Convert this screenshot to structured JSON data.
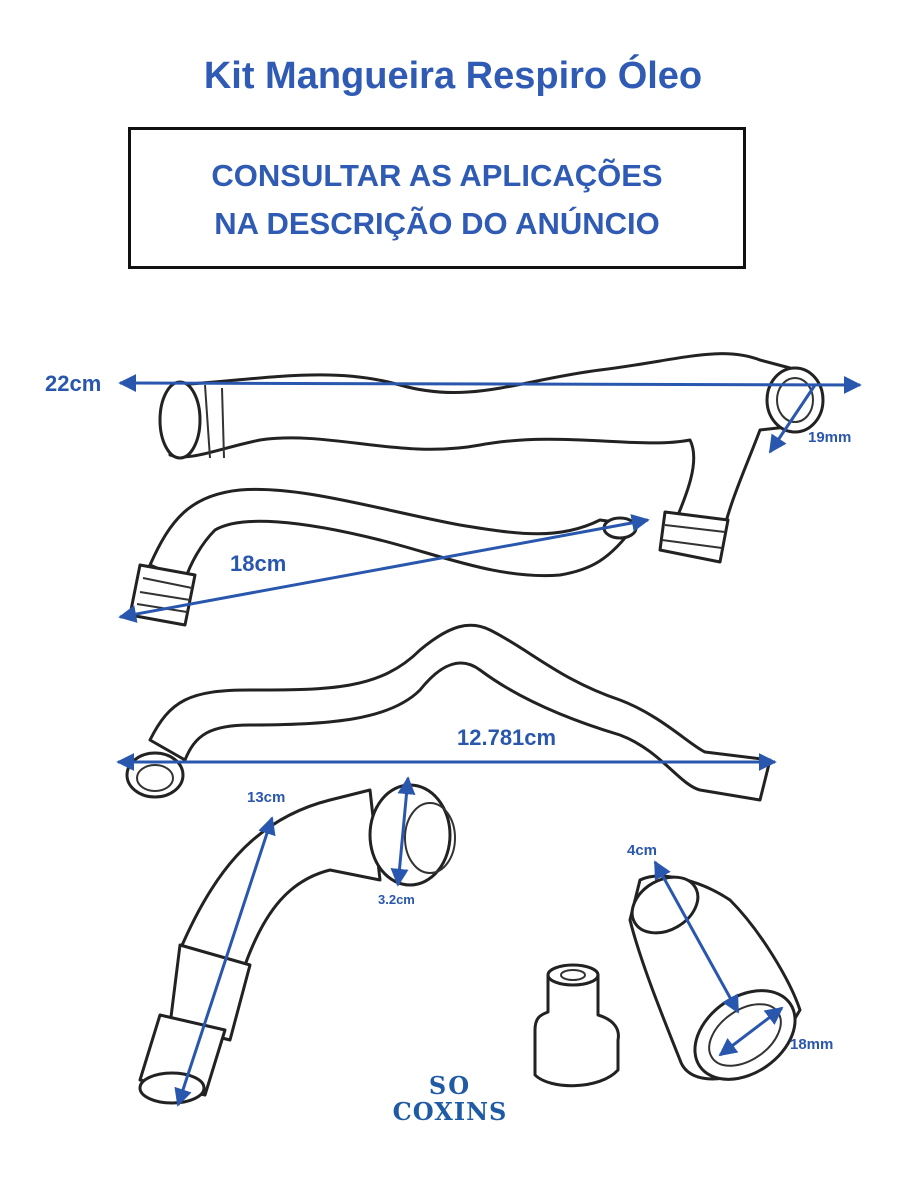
{
  "title": "Kit Mangueira Respiro Óleo",
  "notice": {
    "line1": "CONSULTAR AS APLICAÇÕES",
    "line2": "NA DESCRIÇÃO DO ANÚNCIO"
  },
  "dimensions": {
    "hose1_length": "22cm",
    "hose1_diameter": "19mm",
    "hose2_length": "18cm",
    "hose3_length": "12.781cm",
    "hose4_length": "13cm",
    "hose4_diameter": "3.2cm",
    "elbow_length": "4cm",
    "elbow_diameter": "18mm"
  },
  "logo": {
    "line1": "SO",
    "line2": "COXINS"
  },
  "colors": {
    "accent": "#2a57ae",
    "title": "#2f5bb5"
  }
}
